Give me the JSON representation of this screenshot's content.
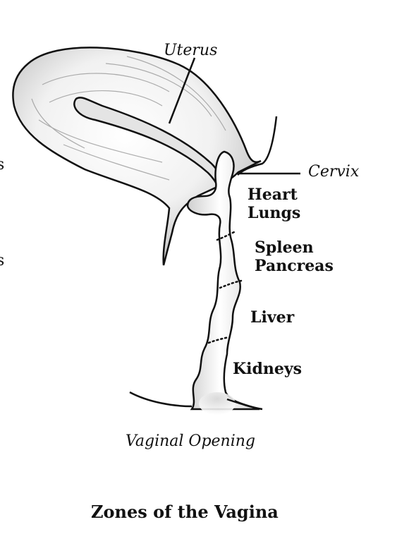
{
  "labels": {
    "uterus": "Uterus",
    "cervix": "Cervix",
    "heart": "Heart",
    "lungs": "Lungs",
    "spleen": "Spleen",
    "pancreas": "Pancreas",
    "liver": "Liver",
    "kidneys": "Kidneys",
    "vaginal_opening": "Vaginal Opening"
  },
  "caption": "Zones of the Vagina",
  "edge_fragments": [
    "s",
    "s"
  ]
}
